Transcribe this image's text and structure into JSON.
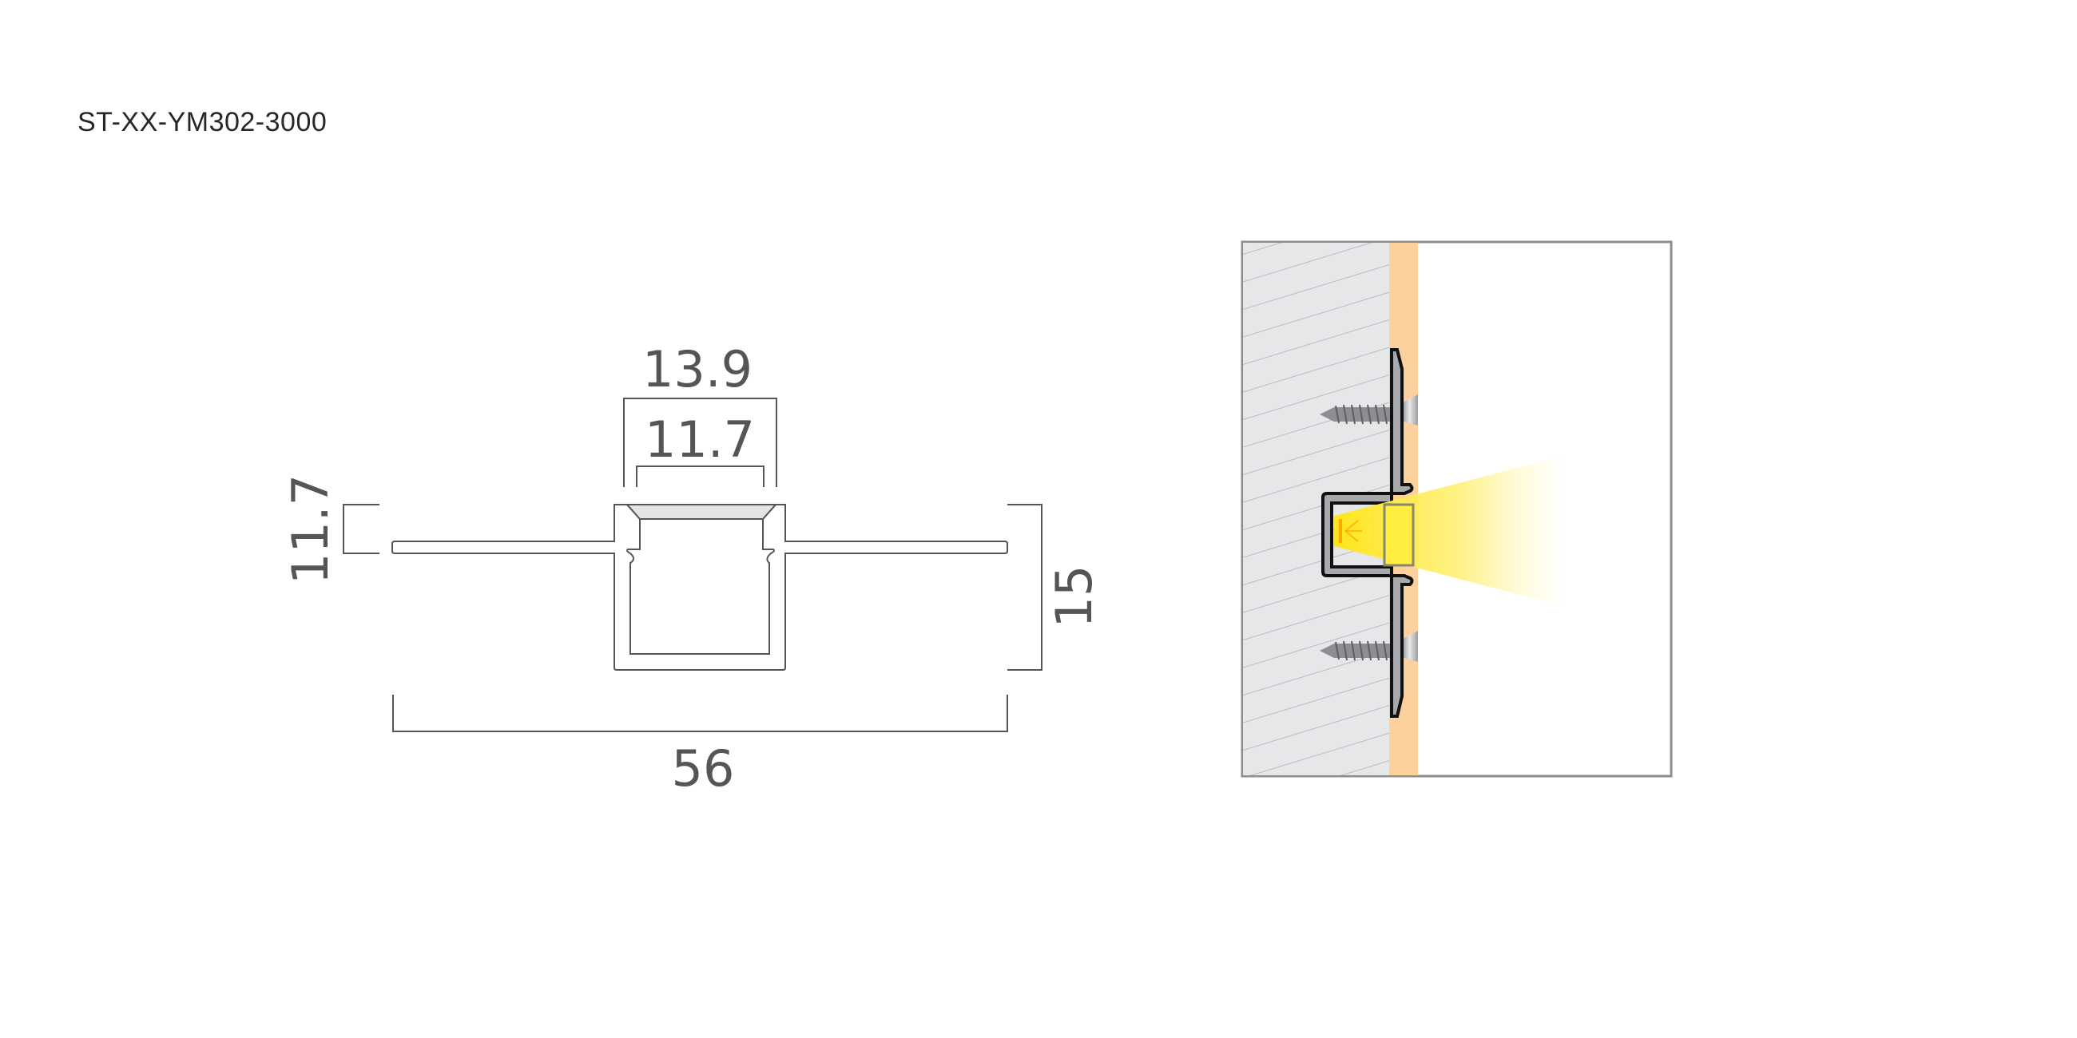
{
  "title": "ST-XX-YM302-3000",
  "dimensions": {
    "outer_width_top": "13.9",
    "inner_width_top": "11.7",
    "left_height": "11.7",
    "right_height": "15",
    "total_width": "56"
  },
  "colors": {
    "wall": "#e6e7e9",
    "plaster": "#fdd19e",
    "profile": "#a8a9ad",
    "light": "#ffe930"
  }
}
